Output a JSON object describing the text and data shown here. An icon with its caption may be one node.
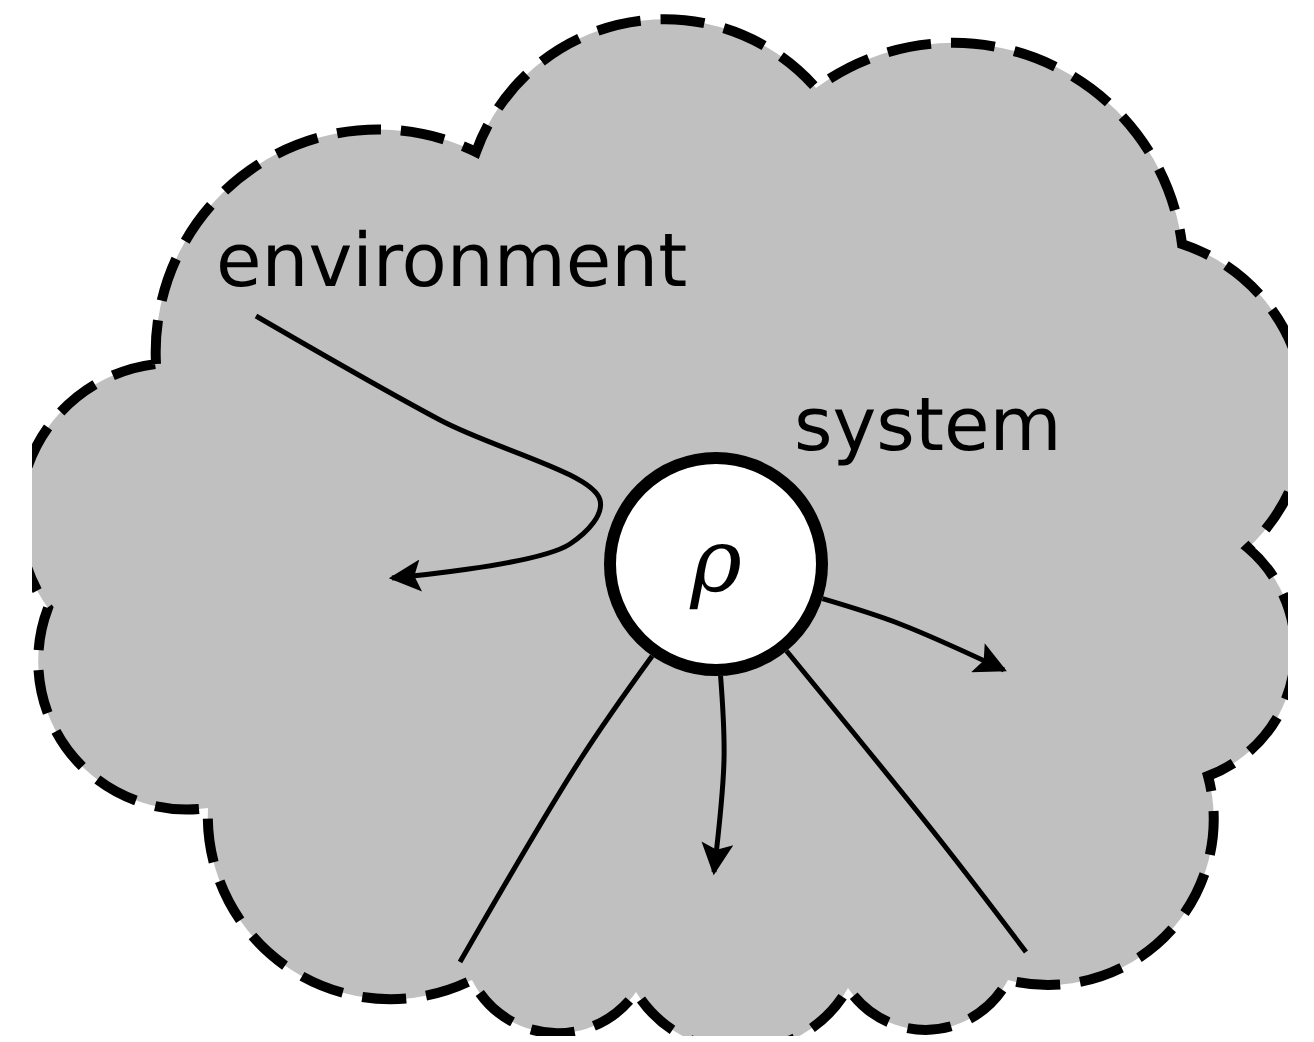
{
  "diagram": {
    "nodes": [
      {
        "text": [],
        "shape": "cloud"
      },
      {
        "text": [
          "environment"
        ],
        "in": 0
      },
      {
        "text": [
          "ρ"
        ],
        "beside": [
          "system"
        ],
        "in": 0
      }
    ],
    "edges": [
      {
        "from": 1,
        "to": null,
        "arrow": "to"
      },
      {
        "from": 2,
        "to": null,
        "arrow": "to"
      },
      {
        "from": 2,
        "to": null,
        "arrow": "to"
      },
      {
        "from": null,
        "to": 2,
        "arrow": "none"
      },
      {
        "from": null,
        "to": 2,
        "arrow": "none"
      }
    ]
  }
}
